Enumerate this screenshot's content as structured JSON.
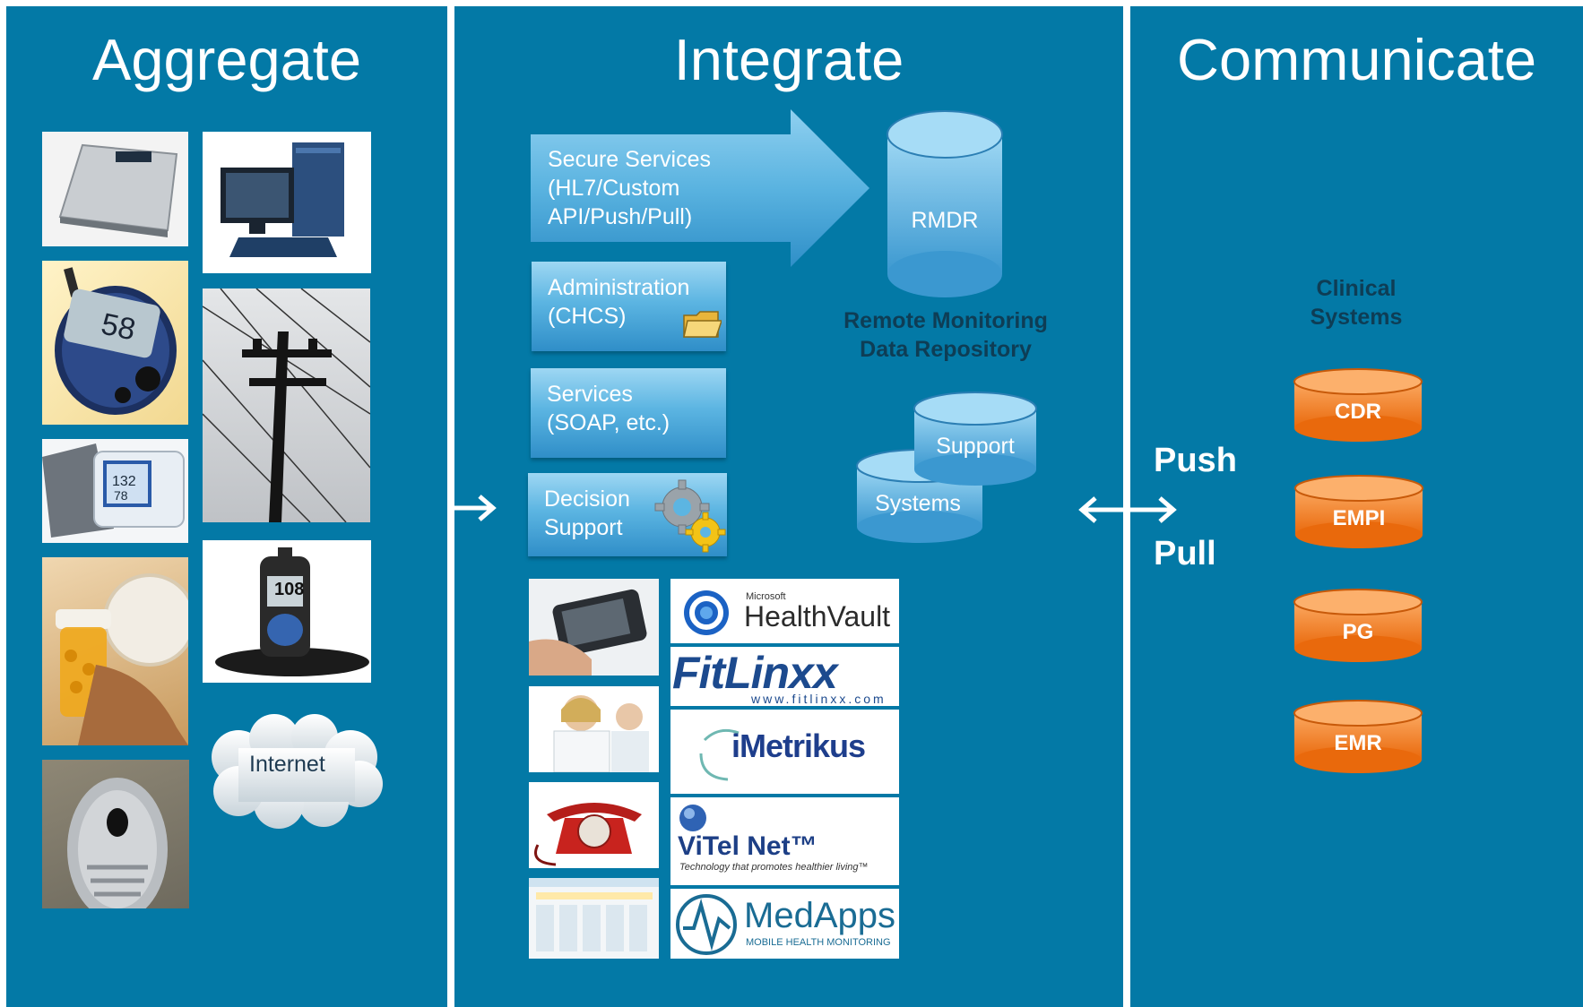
{
  "panels": {
    "aggregate": "Aggregate",
    "integrate": "Integrate",
    "communicate": "Communicate"
  },
  "devices": {
    "internet": "Internet",
    "glucose_reading": "58",
    "mobile_reading": "108"
  },
  "services": {
    "secure_line1": "Secure Services",
    "secure_line2": "(HL7/Custom",
    "secure_line3": "API/Push/Pull)",
    "admin_line1": "Administration",
    "admin_line2": "(CHCS)",
    "soap_line1": "Services",
    "soap_line2": "(SOAP, etc.)",
    "decision_line1": "Decision",
    "decision_line2": "Support"
  },
  "repository": {
    "rmdr": "RMDR",
    "caption_line1": "Remote Monitoring",
    "caption_line2": "Data Repository",
    "support": "Support",
    "systems": "Systems"
  },
  "partners": {
    "healthvault_small": "Microsoft",
    "healthvault": "HealthVault",
    "fitlinxx": "FitLinxx",
    "fitlinxx_url": "www.fitlinxx.com",
    "imetrikus": "iMetrikus",
    "vitelnet": "ViTel Net™",
    "vitelnet_tagline": "Technology that promotes healthier living™",
    "medapps": "MedApps",
    "medapps_tagline": "MOBILE HEALTH MONITORING"
  },
  "communication": {
    "push": "Push",
    "pull": "Pull",
    "clinical_line1": "Clinical",
    "clinical_line2": "Systems",
    "systems": [
      "CDR",
      "EMPI",
      "PG",
      "EMR"
    ]
  },
  "colors": {
    "panel_blue": "#0379a6",
    "service_blue": "#5cb5e2",
    "cylinder_orange": "#f07a1e"
  }
}
